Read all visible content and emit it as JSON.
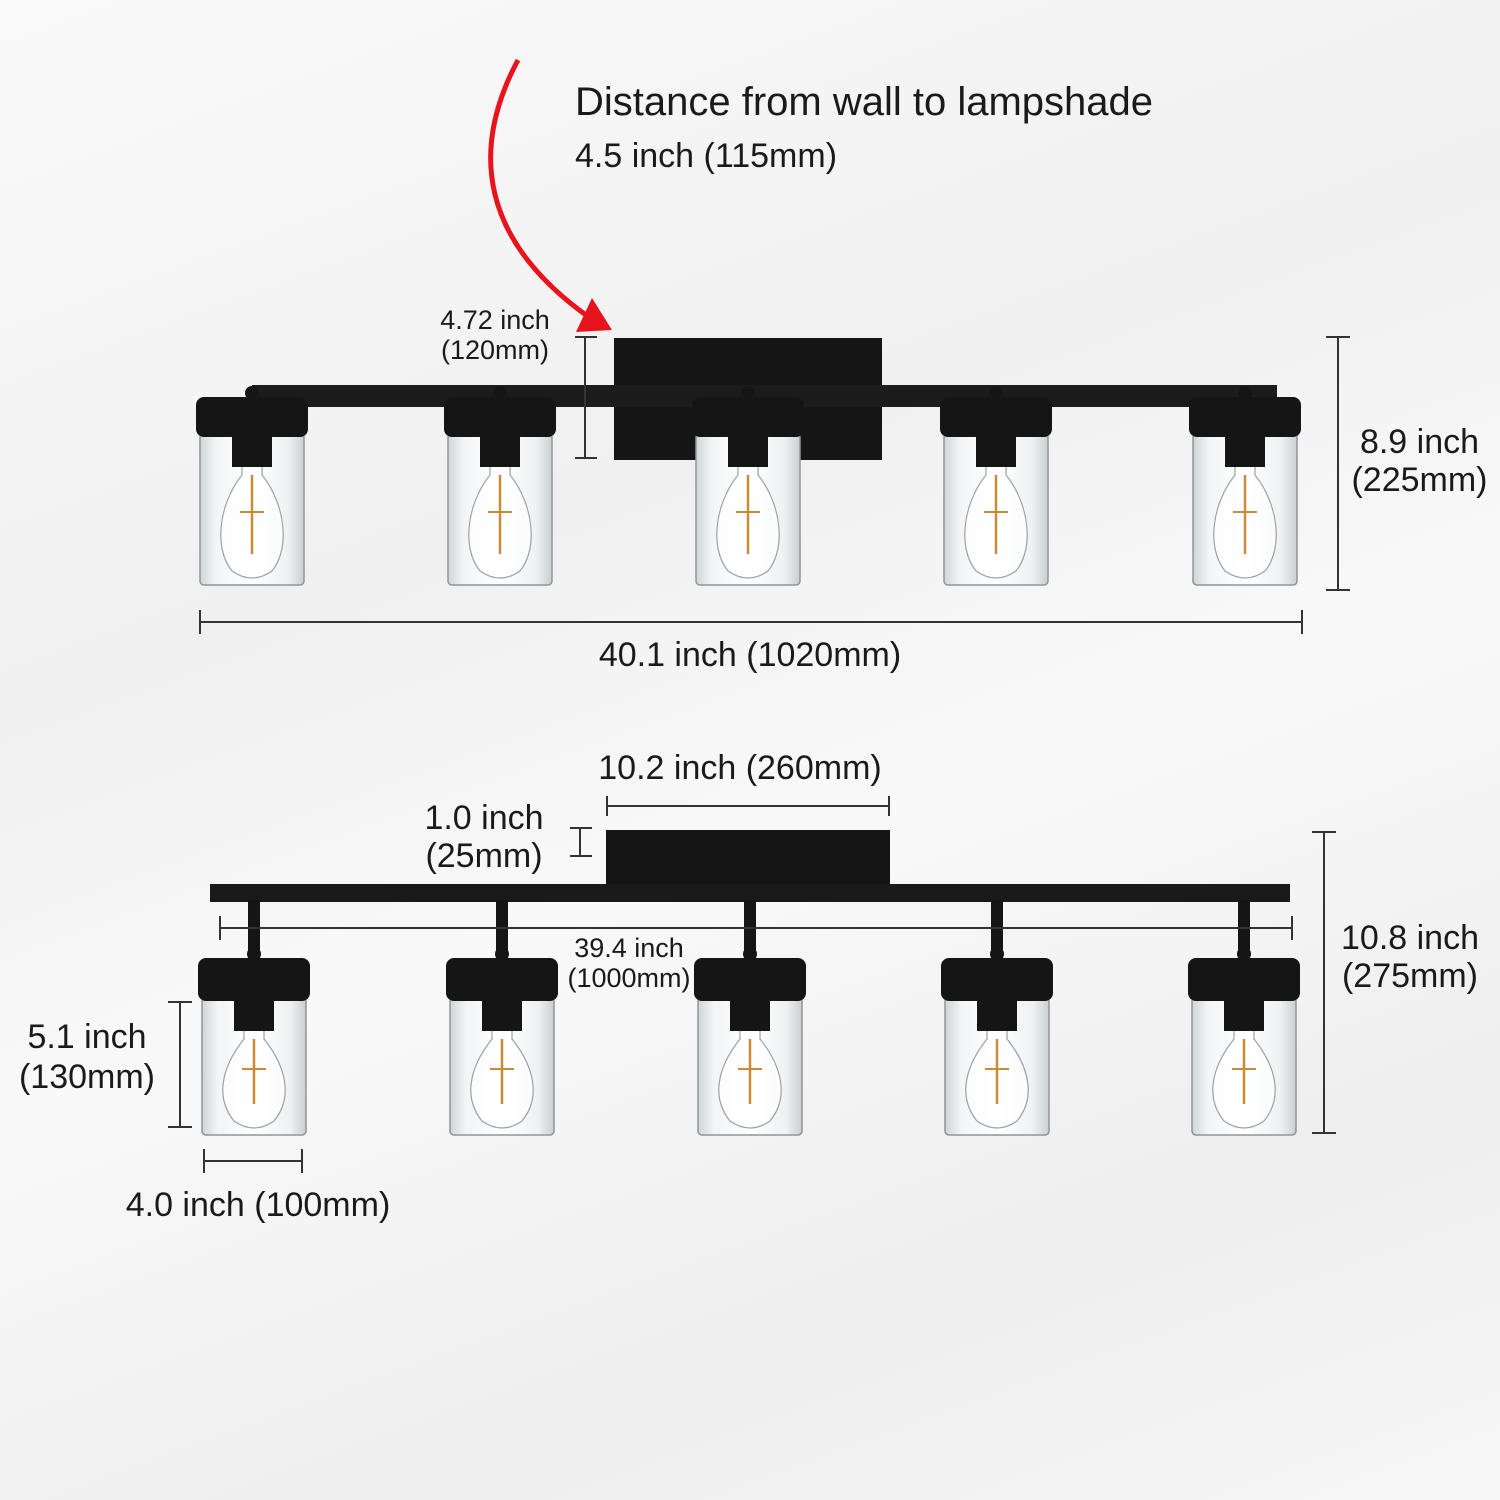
{
  "annotation": {
    "title": "Distance from wall to lampshade",
    "value": "4.5 inch (115mm)",
    "arrow_color": "#e8141b"
  },
  "top_view": {
    "backplate_height_in": "4.72 inch",
    "backplate_height_mm": "(120mm)",
    "total_height_in": "8.9 inch",
    "total_height_mm": "(225mm)",
    "total_width": "40.1 inch (1020mm)",
    "lamp_count": 5
  },
  "bottom_view": {
    "canopy_width": "10.2 inch (260mm)",
    "canopy_depth_in": "1.0 inch",
    "canopy_depth_mm": "(25mm)",
    "bar_length_in": "39.4 inch",
    "bar_length_mm": "(1000mm)",
    "total_height_in": "10.8 inch",
    "total_height_mm": "(275mm)",
    "shade_height_in": "5.1 inch",
    "shade_height_mm": "(130mm)",
    "shade_width": "4.0 inch (100mm)",
    "lamp_count": 5
  },
  "colors": {
    "fixture": "#151515",
    "glass": "#e4e8ea",
    "filament": "#c98a3a",
    "dimension_line": "#333333"
  }
}
